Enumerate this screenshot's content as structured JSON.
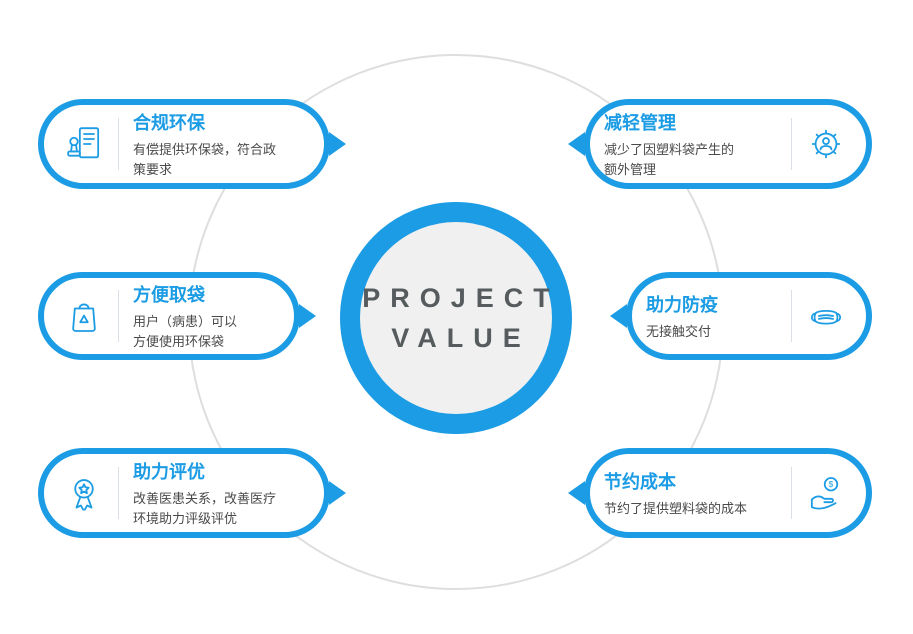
{
  "colors": {
    "accent": "#1C9CE4",
    "center_fill": "#F0F0F0",
    "center_text": "#565B5E",
    "desc_text": "#4A4A4A",
    "outline_circle": "#DEDEDE"
  },
  "center": {
    "line1": "PROJECT",
    "line2": "VALUE"
  },
  "items": [
    {
      "icon": "stamp-icon",
      "title": "合规环保",
      "desc": "有偿提供环保袋，符合政策要求"
    },
    {
      "icon": "recycle-bag-icon",
      "title": "方便取袋",
      "desc": "用户（病患）可以方便使用环保袋"
    },
    {
      "icon": "medal-icon",
      "title": "助力评优",
      "desc": "改善医患关系，改善医疗环境助力评级评优"
    },
    {
      "icon": "gear-user-icon",
      "title": "减轻管理",
      "desc": "减少了因塑料袋产生的额外管理"
    },
    {
      "icon": "mask-icon",
      "title": "助力防疫",
      "desc": "无接触交付"
    },
    {
      "icon": "coin-hand-icon",
      "title": "节约成本",
      "desc": "节约了提供塑料袋的成本"
    }
  ]
}
